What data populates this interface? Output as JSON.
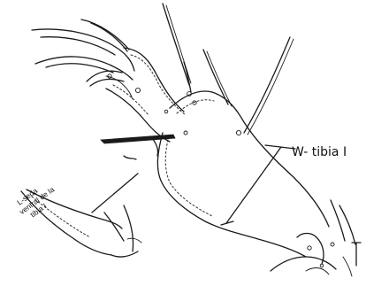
{
  "figure": {
    "label_width": "W- tibia I",
    "label_length_line1": "L-seda",
    "label_length_line2": "ventral de la",
    "label_length_line3": "tibia I"
  }
}
